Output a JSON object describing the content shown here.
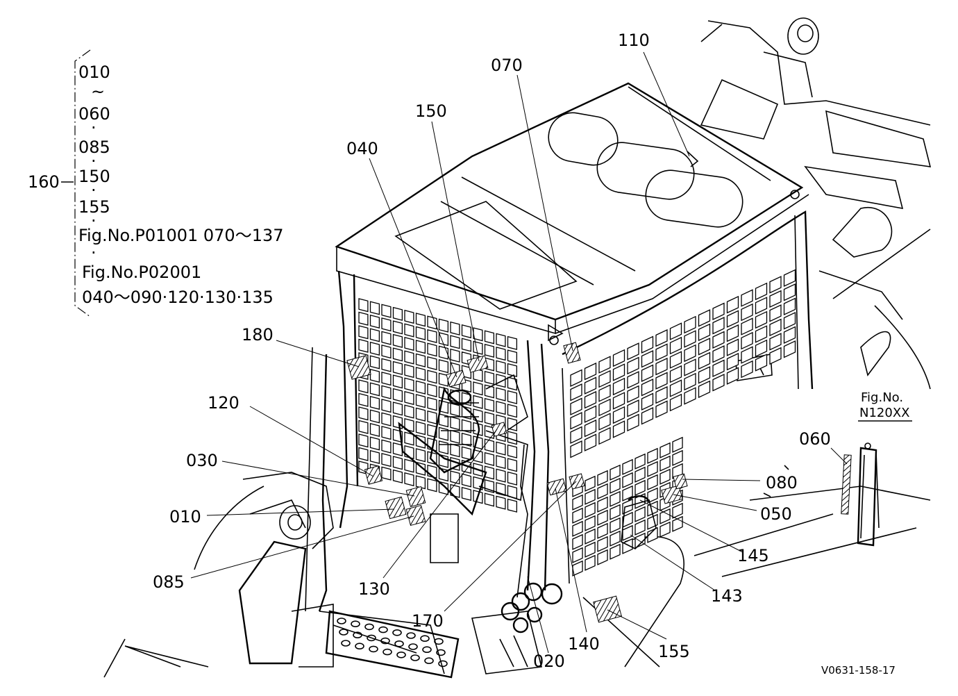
{
  "legend": {
    "group_code": "160",
    "lines": [
      "010",
      "~",
      "060",
      "·",
      "085",
      "·",
      "150",
      "·",
      "155",
      "·",
      "Fig.No.P01001  070～137",
      "·",
      "Fig.No.P02001",
      "040～090·120·130·135"
    ]
  },
  "callouts": {
    "c110": "110",
    "c070": "070",
    "c150": "150",
    "c040": "040",
    "c180": "180",
    "c120": "120",
    "c030": "030",
    "c010": "010",
    "c085": "085",
    "c130": "130",
    "c170": "170",
    "c020": "020",
    "c140": "140",
    "c155": "155",
    "c143": "143",
    "c145": "145",
    "c050": "050",
    "c080": "080",
    "c060": "060"
  },
  "inset": {
    "fig_label": "Fig.No.",
    "fig_number": "N120XX"
  },
  "drawing_code": "V0631-158-17"
}
